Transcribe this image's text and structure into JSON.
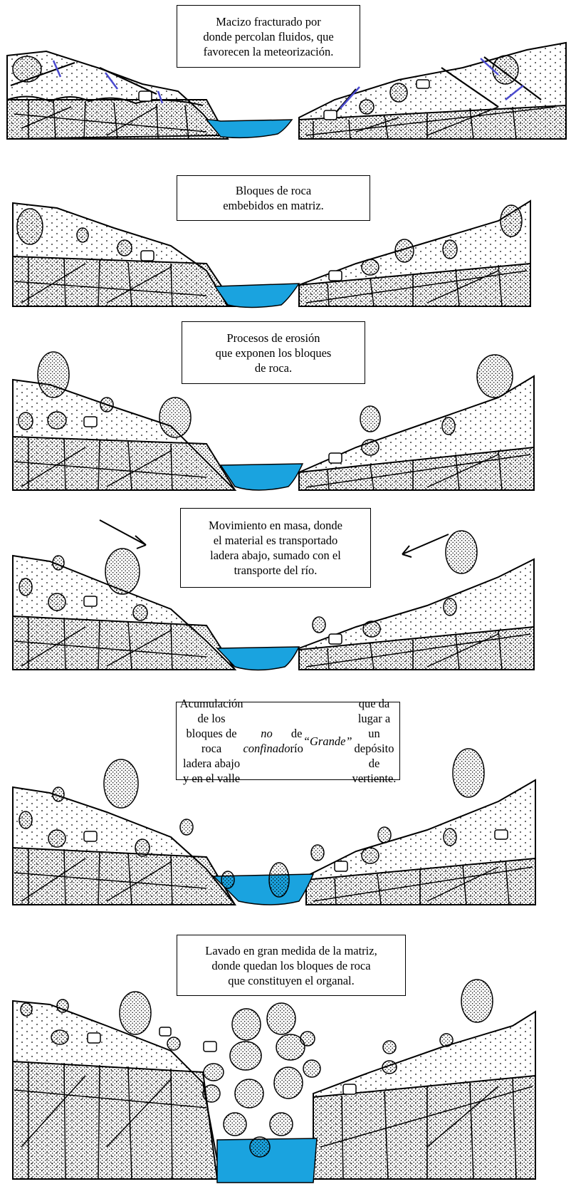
{
  "stages": [
    {
      "id": "s1",
      "caption": "Macizo fracturado por\ndonde percolan fluidos, que\nfavorecen la meteorización."
    },
    {
      "id": "s2",
      "caption": "Bloques de roca\nembebidos en matriz."
    },
    {
      "id": "s3",
      "caption": "Procesos de erosión\nque exponen los bloques\nde roca."
    },
    {
      "id": "s4",
      "caption": "Movimiento en masa, donde\nel material es transportado\nladera abajo, sumado con el\ntransporte del río."
    },
    {
      "id": "s5",
      "caption_parts": [
        "Acumulación de los bloques de roca\nladera abajo y en el valle ",
        "no\nconfinado",
        " de río ",
        "“Grande”",
        " que da\nlugar a un depósito de vertiente."
      ]
    },
    {
      "id": "s6",
      "caption": "Lavado en gran medida de la matriz,\ndonde quedan los bloques de roca\nque constituyen el organal."
    }
  ],
  "colors": {
    "water": "#1aa3df",
    "line": "#000000",
    "fluid_arrow": "#4a4acf"
  }
}
